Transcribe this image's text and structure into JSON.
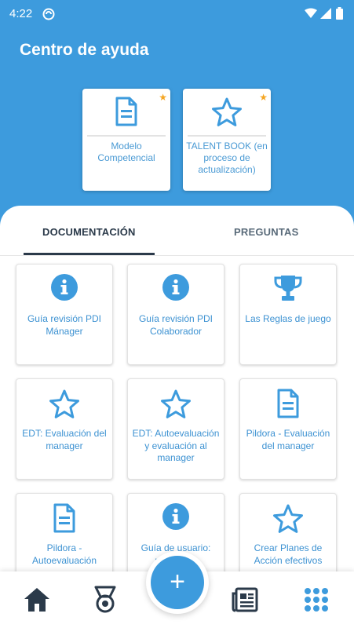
{
  "status_bar": {
    "time": "4:22"
  },
  "header": {
    "title": "Centro de ayuda"
  },
  "favorites": [
    {
      "label": "Modelo Competencial",
      "icon": "document-icon"
    },
    {
      "label": "TALENT BOOK (en proceso de actualización)",
      "icon": "star-icon"
    }
  ],
  "tabs": [
    {
      "label": "DOCUMENTACIÓN",
      "active": true
    },
    {
      "label": "PREGUNTAS",
      "active": false
    }
  ],
  "documents": [
    {
      "label": "Guía revisión PDI Mánager",
      "icon": "info-icon"
    },
    {
      "label": "Guía revisión PDI Colaborador",
      "icon": "info-icon"
    },
    {
      "label": "Las Reglas de juego",
      "icon": "trophy-icon"
    },
    {
      "label": "EDT: Evaluación del manager",
      "icon": "star-icon"
    },
    {
      "label": "EDT: Autoevaluación y evaluación al manager",
      "icon": "star-icon"
    },
    {
      "label": "Pildora - Evaluación del manager",
      "icon": "document-icon"
    },
    {
      "label": "Pildora - Autoevaluación",
      "icon": "document-icon"
    },
    {
      "label": "Guía de usuario: preguntas",
      "icon": "info-icon"
    },
    {
      "label": "Crear Planes de Acción efectivos",
      "icon": "star-icon"
    }
  ],
  "bottom_nav": {
    "items": [
      "home-icon",
      "medal-icon",
      "add-icon",
      "news-icon",
      "apps-grid-icon"
    ],
    "fab_label": "+"
  },
  "colors": {
    "primary": "#3d9bdd",
    "accent_star": "#f5a623",
    "dark": "#2b3a4a"
  }
}
